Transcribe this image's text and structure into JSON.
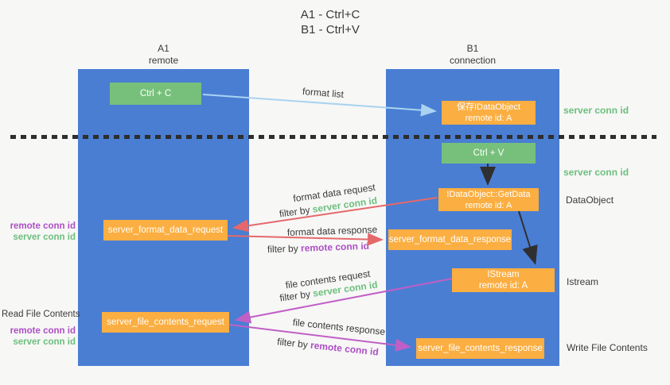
{
  "title": {
    "line1": "A1 - Ctrl+C",
    "line2": "B1 - Ctrl+V"
  },
  "columns": {
    "a": {
      "name": "A1",
      "subtitle": "remote"
    },
    "b": {
      "name": "B1",
      "subtitle": "connection"
    }
  },
  "boxes": {
    "ctrl_c": "Ctrl + C",
    "ctrl_v": "Ctrl + V",
    "save_dataobject": {
      "line1": "保存IDataObject",
      "line2": "remote id: A"
    },
    "getdata": {
      "line1": "IDataObject::GetData",
      "line2": "remote id: A"
    },
    "istream": {
      "line1": "IStream",
      "line2": "remote id: A"
    },
    "format_request": "server_format_data_request",
    "format_response": "server_format_data_response",
    "file_request": "server_file_contents_request",
    "file_response": "server_file_contents_response"
  },
  "right_labels": {
    "server_conn_id_top": "server conn id",
    "server_conn_id_mid": "server conn id",
    "dataobject": "DataObject",
    "istream": "Istream",
    "write_file_contents": "Write File Contents"
  },
  "left_labels": {
    "remote_conn_id_1": "remote conn id",
    "server_conn_id_1": "server conn id",
    "read_file_contents": "Read File Contents",
    "remote_conn_id_2": "remote conn id",
    "server_conn_id_2": "server conn id"
  },
  "arrow_labels": {
    "format_list": "format list",
    "format_data_request": "format data request",
    "format_data_response": "format data response",
    "file_contents_request": "file contents request",
    "file_contents_response": "file contents response",
    "filter_by": "filter by ",
    "server_conn_id": "server conn id",
    "remote_conn_id": "remote conn id"
  },
  "colors": {
    "column_blue": "#4a7ed3",
    "green_box": "#77c07b",
    "orange_box": "#fbae41",
    "green_label": "#6cbf7d",
    "purple_label": "#ad4fc4",
    "arrow_blue": "#a9d3f0",
    "arrow_red": "#e5696a",
    "arrow_magenta": "#c05fc6",
    "arrow_black": "#2f2f2f",
    "text_dark": "#3a3a3a",
    "background": "#f7f7f6"
  }
}
